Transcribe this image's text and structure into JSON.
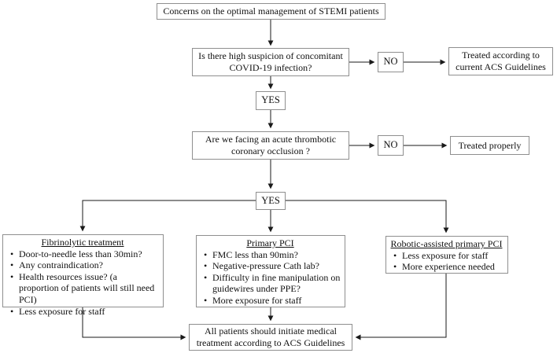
{
  "diagram_title": "STEMI management during COVID-19 flowchart",
  "colors": {
    "background": "#ffffff",
    "box_border": "#8f8f8f",
    "line": "#1a1a1a",
    "text": "#111111"
  },
  "nodes": {
    "start": {
      "text": "Concerns on the optimal management of STEMI patients"
    },
    "q_covid": {
      "text": "Is there high suspicion of concomitant\nCOVID-19 infection?"
    },
    "no1": {
      "text": "NO"
    },
    "treated_acs": {
      "text": "Treated according to\ncurrent ACS Guidelines"
    },
    "yes1": {
      "text": "YES"
    },
    "q_occlusion": {
      "text": "Are we facing an acute thrombotic\ncoronary occlusion ?"
    },
    "no2": {
      "text": "NO"
    },
    "treated_properly": {
      "text": "Treated properly"
    },
    "yes2": {
      "text": "YES"
    },
    "fibrinolytic": {
      "title": "Fibrinolytic treatment",
      "bullets": [
        "Door-to-needle less than 30min?",
        "Any contraindication?",
        "Health resources issue? (a proportion of patients will still need PCI)",
        "Less exposure for staff"
      ]
    },
    "primary_pci": {
      "title": "Primary PCI",
      "bullets": [
        "FMC less than 90min?",
        "Negative-pressure Cath lab?",
        "Difficulty in fine manipulation on guidewires under PPE?",
        "More exposure for staff"
      ]
    },
    "robotic_pci": {
      "title": "Robotic-assisted primary PCI",
      "bullets": [
        "Less exposure for staff",
        "More experience needed"
      ]
    },
    "final": {
      "text": "All patients should initiate medical\ntreatment according to ACS Guidelines"
    }
  }
}
